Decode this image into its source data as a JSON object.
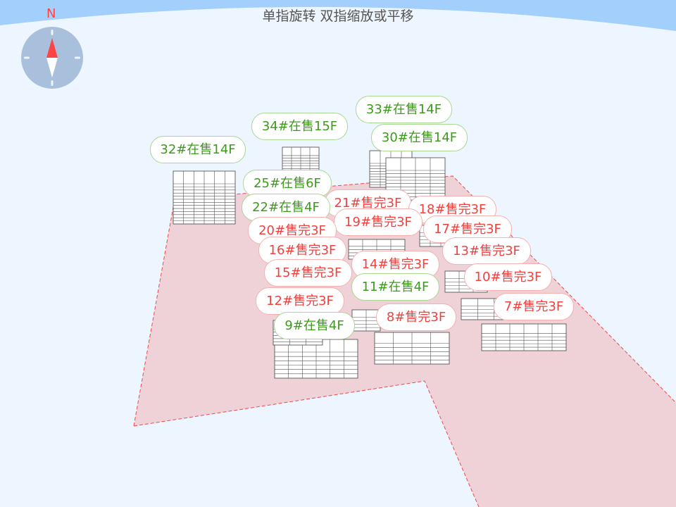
{
  "hint": "单指旋转 双指缩放或平移",
  "compass": {
    "north_label": "N"
  },
  "colors": {
    "sold": "#f0413f",
    "on_sale": "#3c9a1c",
    "ground": "#efd1d8",
    "boundary": "#f04848"
  },
  "buildings": [
    {
      "id": "33",
      "label": "33#在售14F",
      "status": "on_sale"
    },
    {
      "id": "34",
      "label": "34#在售15F",
      "status": "on_sale"
    },
    {
      "id": "30",
      "label": "30#在售14F",
      "status": "on_sale"
    },
    {
      "id": "32",
      "label": "32#在售14F",
      "status": "on_sale"
    },
    {
      "id": "25",
      "label": "25#在售6F",
      "status": "on_sale"
    },
    {
      "id": "21",
      "label": "21#售完3F",
      "status": "sold"
    },
    {
      "id": "22",
      "label": "22#在售4F",
      "status": "on_sale"
    },
    {
      "id": "18",
      "label": "18#售完3F",
      "status": "sold"
    },
    {
      "id": "19",
      "label": "19#售完3F",
      "status": "sold"
    },
    {
      "id": "17",
      "label": "17#售完3F",
      "status": "sold"
    },
    {
      "id": "20",
      "label": "20#售完3F",
      "status": "sold"
    },
    {
      "id": "16",
      "label": "16#售完3F",
      "status": "sold"
    },
    {
      "id": "13",
      "label": "13#售完3F",
      "status": "sold"
    },
    {
      "id": "14",
      "label": "14#售完3F",
      "status": "sold"
    },
    {
      "id": "15",
      "label": "15#售完3F",
      "status": "sold"
    },
    {
      "id": "10",
      "label": "10#售完3F",
      "status": "sold"
    },
    {
      "id": "11",
      "label": "11#在售4F",
      "status": "on_sale"
    },
    {
      "id": "12",
      "label": "12#售完3F",
      "status": "sold"
    },
    {
      "id": "7",
      "label": "7#售完3F",
      "status": "sold"
    },
    {
      "id": "8",
      "label": "8#售完3F",
      "status": "sold"
    },
    {
      "id": "9",
      "label": "9#在售4F",
      "status": "on_sale"
    }
  ]
}
